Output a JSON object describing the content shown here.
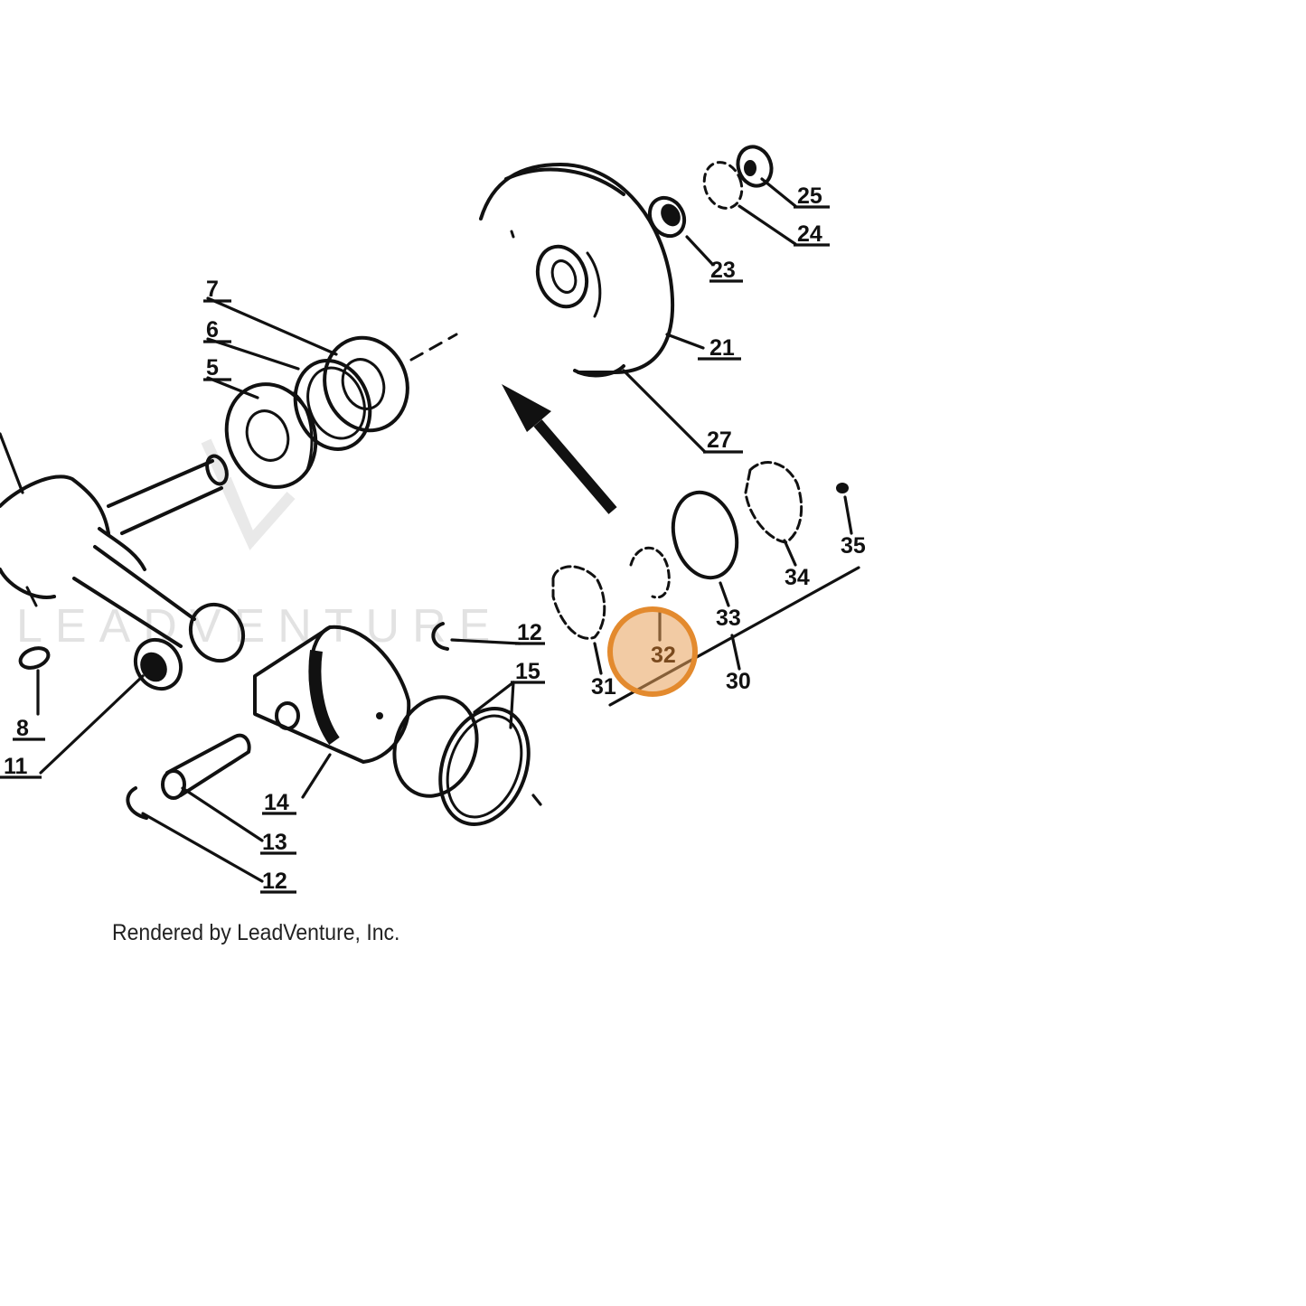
{
  "diagram": {
    "callouts": [
      {
        "id": "7",
        "label": "7"
      },
      {
        "id": "6",
        "label": "6"
      },
      {
        "id": "5",
        "label": "5"
      },
      {
        "id": "25",
        "label": "25"
      },
      {
        "id": "24",
        "label": "24"
      },
      {
        "id": "23",
        "label": "23"
      },
      {
        "id": "21",
        "label": "21"
      },
      {
        "id": "27",
        "label": "27"
      },
      {
        "id": "35",
        "label": "35"
      },
      {
        "id": "34",
        "label": "34"
      },
      {
        "id": "33",
        "label": "33"
      },
      {
        "id": "30",
        "label": "30"
      },
      {
        "id": "32",
        "label": "32"
      },
      {
        "id": "31",
        "label": "31"
      },
      {
        "id": "12a",
        "label": "12"
      },
      {
        "id": "15",
        "label": "15"
      },
      {
        "id": "8",
        "label": "8"
      },
      {
        "id": "11",
        "label": "11"
      },
      {
        "id": "14",
        "label": "14"
      },
      {
        "id": "13",
        "label": "13"
      },
      {
        "id": "12b",
        "label": "12"
      }
    ],
    "highlighted_callout": "32",
    "highlight_color": "#e8a15a",
    "highlight_stroke": "#e38a2e"
  },
  "watermark": {
    "text": "LEADVENTURE"
  },
  "credit": {
    "text": "Rendered by LeadVenture, Inc."
  }
}
